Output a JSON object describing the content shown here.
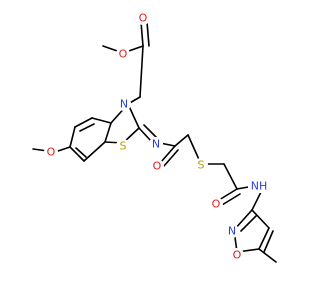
{
  "molecule": {
    "colors": {
      "carbon_bond": "#000000",
      "oxygen": "#e0201b",
      "nitrogen": "#2a3fd8",
      "sulfur": "#b8a000",
      "background": "#ffffff"
    },
    "atoms": {
      "o_ester_carbonyl": "O",
      "o_ester": "O",
      "n_thiazole": "N",
      "o_methoxy": "O",
      "s_thiazole": "S",
      "n_imine": "N",
      "o_amide1": "O",
      "s_thioether": "S",
      "nh_amide2": "NH",
      "o_amide2": "O",
      "n_isoxazole": "N",
      "o_isoxazole": "O"
    }
  }
}
